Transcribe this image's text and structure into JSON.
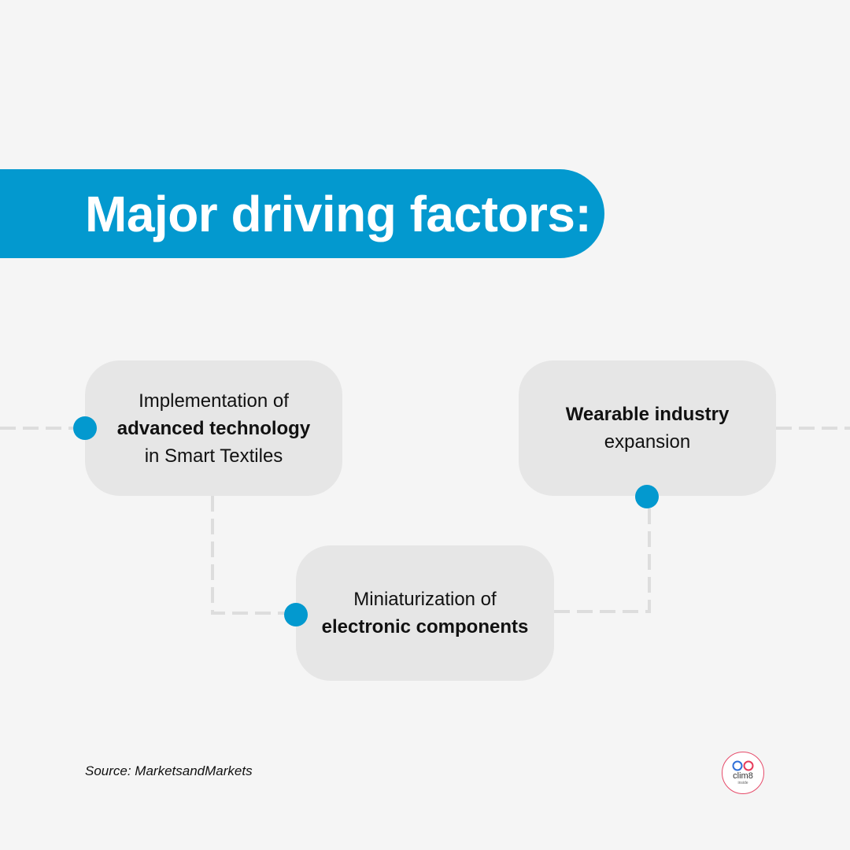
{
  "title": "Major driving factors:",
  "factors": [
    {
      "line1": "Implementation of",
      "line2": "advanced technology",
      "line3": "in Smart Textiles"
    },
    {
      "line1": "Miniaturization of",
      "line2": "electronic components"
    },
    {
      "line1": "Wearable industry",
      "line2": "expansion"
    }
  ],
  "source": "Source: MarketsandMarkets",
  "logo": {
    "name": "clim8",
    "sub": "inside"
  },
  "colors": {
    "accent": "#0399cf",
    "background": "#f5f5f5",
    "box": "#e6e6e6",
    "connector": "#dddddd"
  }
}
